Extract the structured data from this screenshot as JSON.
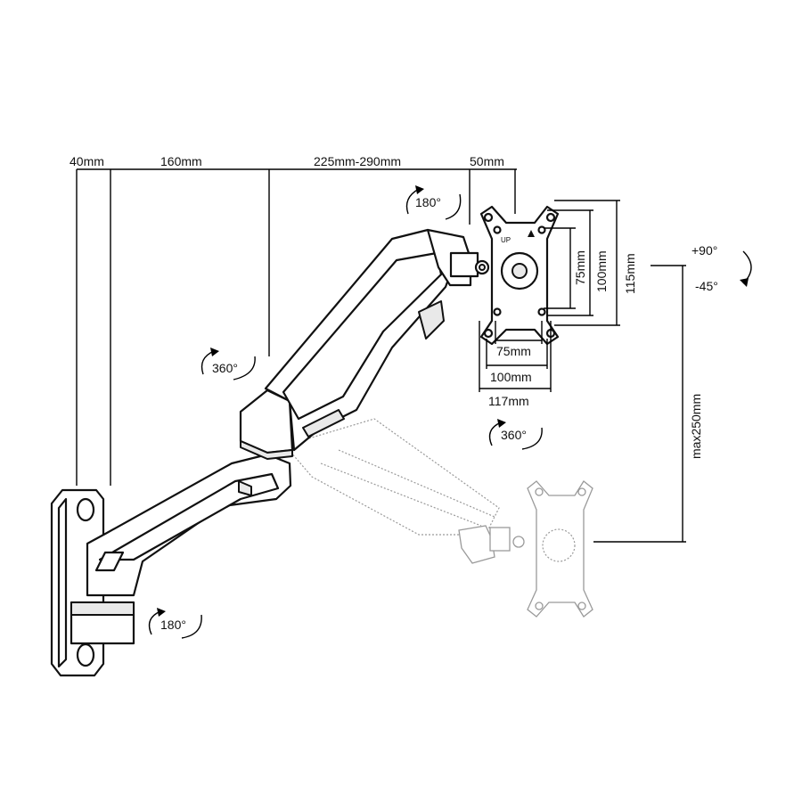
{
  "dimensions": {
    "horizontal": {
      "wall_offset": "40mm",
      "lower_arm": "160mm",
      "upper_arm": "225mm-290mm",
      "head_offset": "50mm"
    },
    "vesa_vertical": {
      "small": "75mm",
      "medium": "100mm",
      "max": "115mm"
    },
    "vesa_horizontal": {
      "small": "75mm",
      "medium": "100mm",
      "max": "117mm"
    },
    "height_adjust": "max250mm"
  },
  "rotations": {
    "wall_swivel": "180°",
    "arm_swivel": "360°",
    "head_swivel": "180°",
    "rotation": "360°",
    "tilt_up": "+90°",
    "tilt_down": "-45°"
  },
  "vesa_plate": {
    "up_marking": "UP"
  }
}
